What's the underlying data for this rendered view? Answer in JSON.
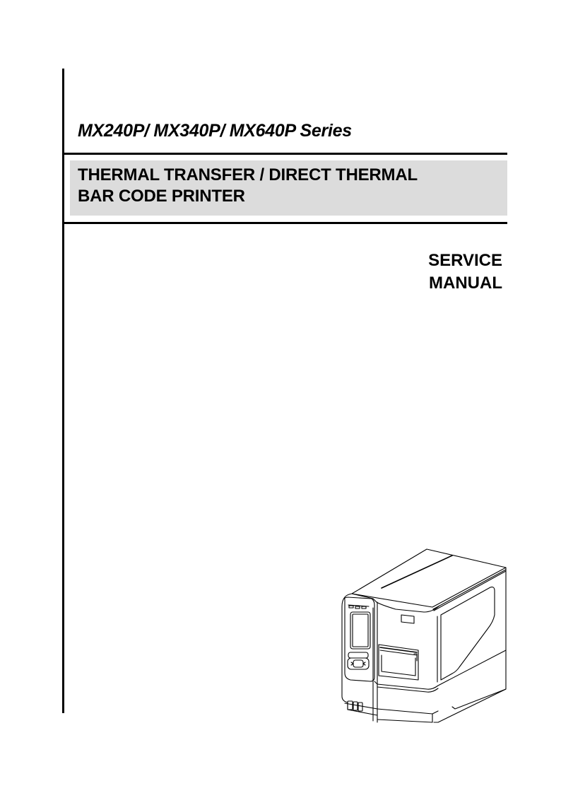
{
  "document": {
    "series_title": "MX240P/ MX340P/ MX640P Series",
    "product_title": {
      "line1": "THERMAL TRANSFER / DIRECT THERMAL",
      "line2": "BAR CODE PRINTER"
    },
    "document_type": {
      "line1": "SERVICE",
      "line2": "MANUAL"
    },
    "illustration": "industrial-barcode-printer-line-drawing"
  },
  "colors": {
    "text": "#000000",
    "title_band": "#dcdcdc",
    "rules": "#000000",
    "background": "#ffffff"
  }
}
